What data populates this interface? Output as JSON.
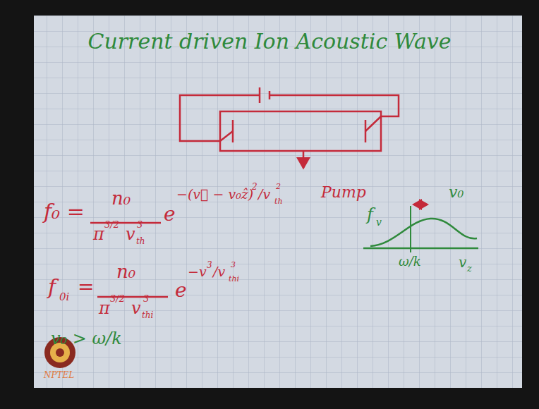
{
  "diagram": {
    "title": "Current driven Ion Acoustic Wave",
    "labels": [
      "Pump",
      "f₀ =",
      "n₀",
      "π",
      "3/2",
      "v",
      "th",
      "3",
      "e",
      "−(v⃗ − v₀ẑ)",
      "2",
      "/v",
      "th",
      "2",
      "f",
      "0i",
      "=",
      "n₀",
      "π",
      "3/2",
      "v",
      "thi",
      "3",
      "e",
      "−v",
      "3",
      "/v",
      "thi",
      "3",
      "v₀ > ω/k",
      "f",
      "v",
      "v₀",
      "ω/k",
      "v",
      "z",
      "NPTEL"
    ]
  }
}
